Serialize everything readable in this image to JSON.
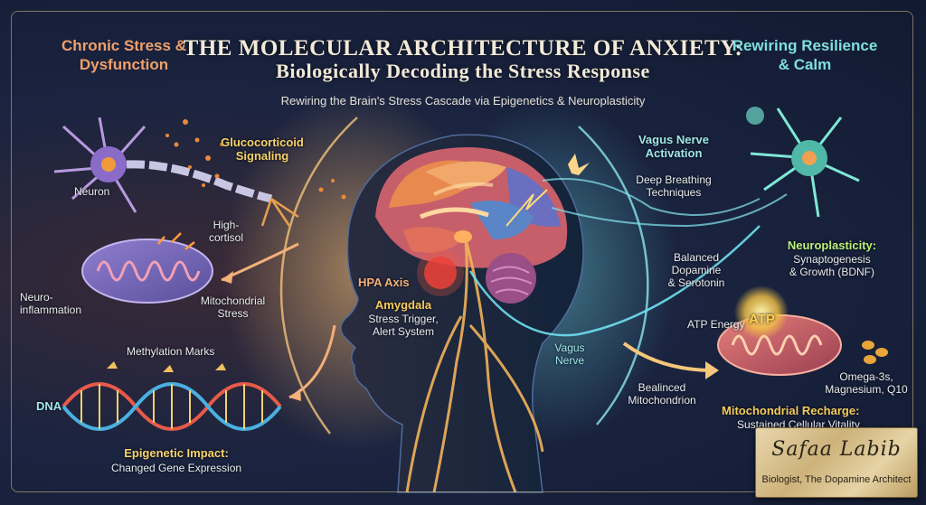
{
  "title": {
    "line1": "THE MOLECULAR ARCHITECTURE OF ANXIETY:",
    "line2": "Biologically Decoding the Stress Response",
    "subtitle": "Rewiring the Brain's Stress Cascade via Epigenetics & Neuroplasticity"
  },
  "left": {
    "heading": [
      "Chronic Stress &",
      "Dysfunction"
    ],
    "neuron": "Neuron",
    "glucocorticoid": [
      "Glucocorticoid",
      "Signaling"
    ],
    "cortisol": [
      "High-",
      "cortisol"
    ],
    "neuroinflammation": [
      "Neuro-",
      "inflammation"
    ],
    "mito_stress": [
      "Mitochondrial",
      "Stress"
    ],
    "methylation": "Methylation Marks",
    "dna": "DNA",
    "epigenetic": "Epigenetic Impact:",
    "gene_expression": "Changed Gene Expression"
  },
  "center": {
    "hpa": "HPA Axis",
    "amygdala": "Amygdala",
    "amygdala_desc": [
      "Stress Trigger,",
      "Alert System"
    ],
    "vagus": [
      "Vagus",
      "Nerve"
    ]
  },
  "right": {
    "heading": [
      "Rewiring Resilience",
      "& Calm"
    ],
    "vagus_activation": [
      "Vagus Nerve",
      "Activation"
    ],
    "breathing": [
      "Deep Breathing",
      "Techniques"
    ],
    "balanced": [
      "Balanced",
      "Dopamine",
      "& Serotonin"
    ],
    "neuroplasticity": "Neuroplasticity:",
    "synapto": [
      "Synaptogenesis",
      "& Growth (BDNF)"
    ],
    "atp_energy": "ATP Energy",
    "atp": "ATP",
    "balanced_mito": [
      "Bealinced",
      "Mitochondrion"
    ],
    "nutrients": [
      "Omega-3s,",
      "Magnesium, Q10"
    ],
    "recharge": "Mitochondrial Recharge:",
    "vitality": "Sustained Cellular Vitality"
  },
  "signature": {
    "name": "Safaa Labib",
    "role": "Biologist, The Dopamine Architect"
  },
  "colors": {
    "stress_accent": "#f0a06a",
    "calm_accent": "#7fe0dc",
    "title_text": "#f2ead8",
    "background": "#111a30"
  }
}
